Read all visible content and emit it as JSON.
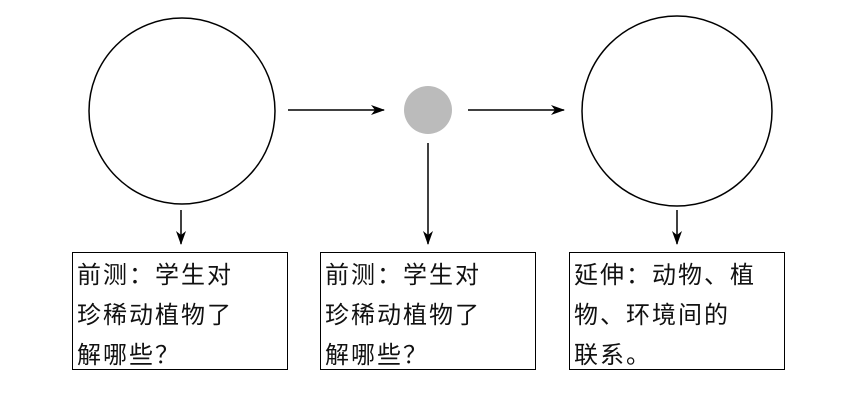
{
  "nodes": {
    "left_circle": {
      "label": ""
    },
    "center_dot": {
      "label": "",
      "fill": "#bbbbbb"
    },
    "right_circle": {
      "label": ""
    }
  },
  "boxes": {
    "left": {
      "lines": [
        "前测：学生对",
        "珍稀动植物了",
        "解哪些？"
      ]
    },
    "middle": {
      "lines": [
        "前测：学生对",
        "珍稀动植物了",
        "解哪些？"
      ]
    },
    "right": {
      "lines": [
        "延伸：动物、植",
        "物、环境间的",
        "联系。"
      ]
    }
  },
  "colors": {
    "stroke": "#000000",
    "dot_fill": "#bbbbbb"
  }
}
